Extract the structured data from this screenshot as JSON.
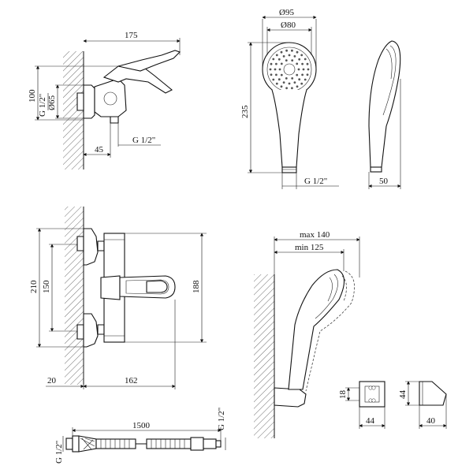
{
  "drawing": {
    "mixer_side": {
      "width": "175",
      "height": "100",
      "wall_dia": "Ø65",
      "inlet": "G 1/2\"",
      "outlet": "G 1/2\"",
      "depth": "45"
    },
    "handshower_front": {
      "outer_dia": "Ø95",
      "inner_dia": "Ø80",
      "length": "235",
      "thread": "G 1/2\""
    },
    "handshower_side": {
      "thickness": "50"
    },
    "mixer_front": {
      "total_height": "210",
      "inlet_spacing": "150",
      "body_height": "188",
      "offset": "20",
      "body_width": "162"
    },
    "holder_side": {
      "max_reach": "max 140",
      "min_reach": "min 125"
    },
    "bracket_front": {
      "height": "18",
      "width": "44"
    },
    "bracket_side": {
      "height": "44",
      "width": "40"
    },
    "hose": {
      "length": "1500",
      "left_thread": "G 1/2\"",
      "right_thread": "G 1/2\""
    }
  }
}
